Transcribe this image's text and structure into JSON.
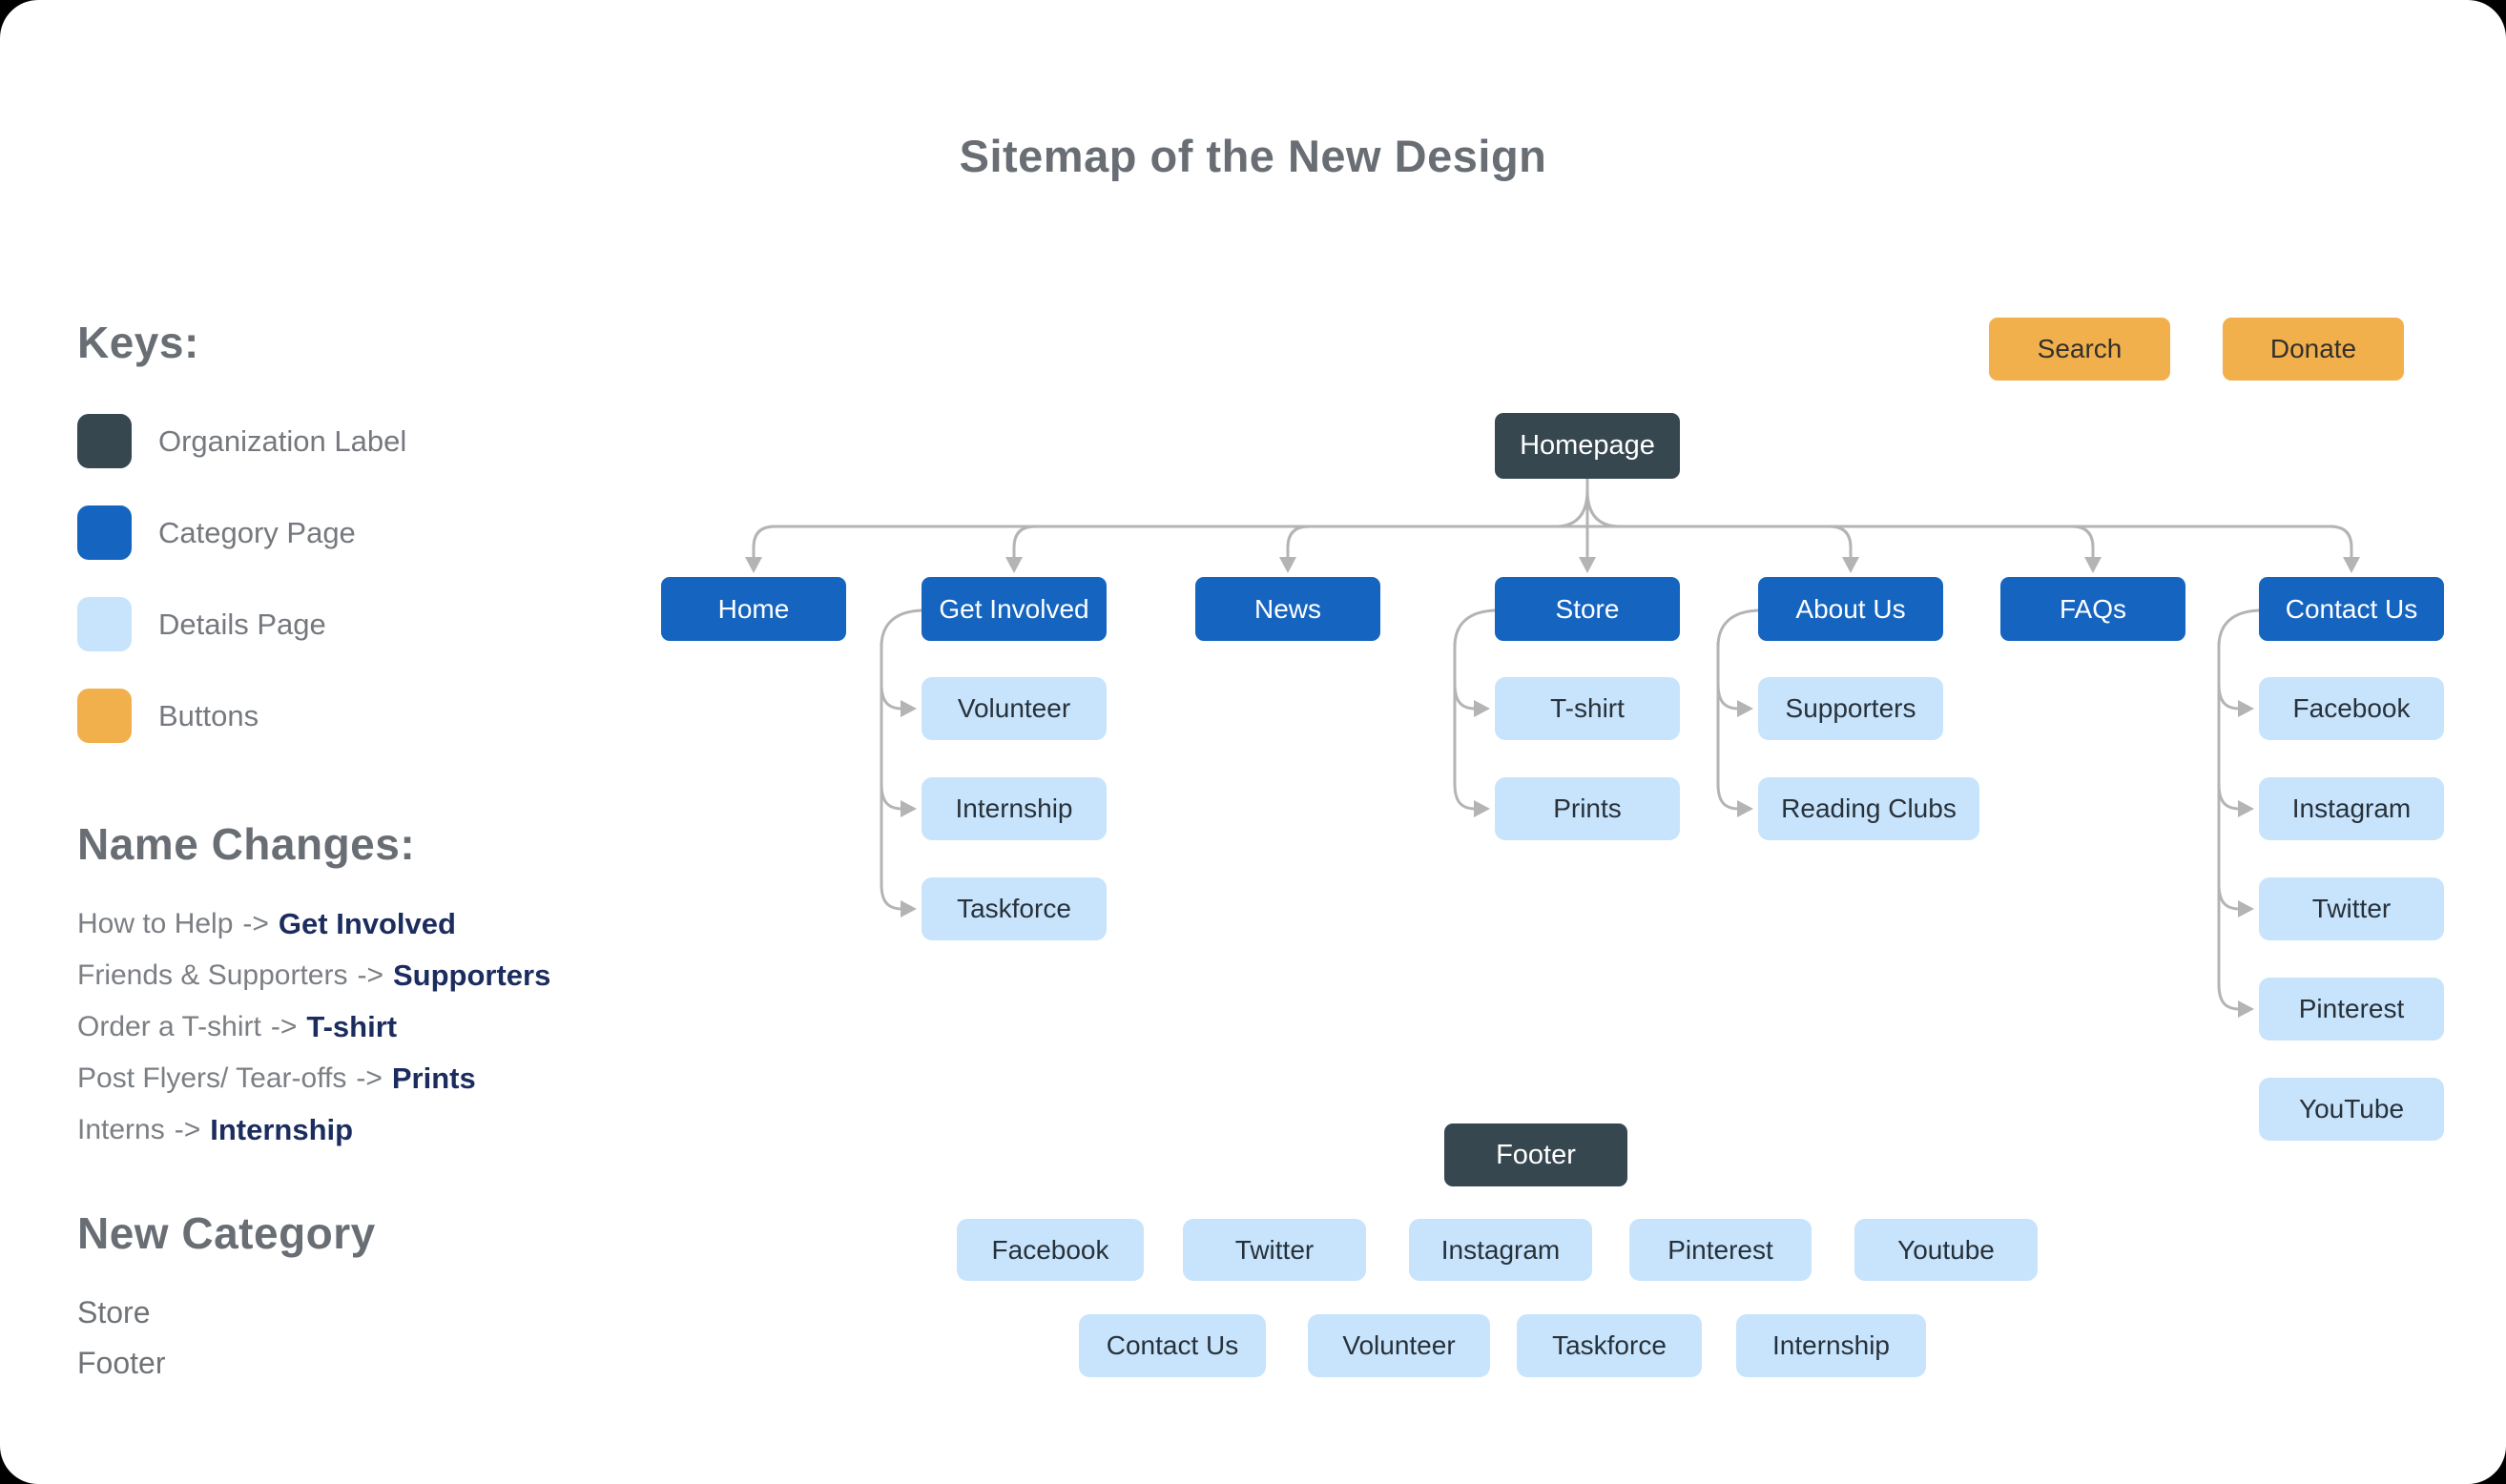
{
  "title": "Sitemap of the New Design",
  "keys": {
    "heading": "Keys:",
    "items": [
      {
        "label": "Organization Label",
        "color": "#37474F"
      },
      {
        "label": "Category Page",
        "color": "#1565C0"
      },
      {
        "label": "Details Page",
        "color": "#C8E4FC"
      },
      {
        "label": "Buttons",
        "color": "#F2B04D"
      }
    ]
  },
  "name_changes": {
    "heading": "Name Changes:",
    "items": [
      {
        "old": "How to Help",
        "arrow": "->",
        "new": "Get Involved"
      },
      {
        "old": "Friends & Supporters",
        "arrow": "->",
        "new": "Supporters"
      },
      {
        "old": "Order a T-shirt",
        "arrow": "->",
        "new": "T-shirt"
      },
      {
        "old": "Post Flyers/ Tear-offs",
        "arrow": "->",
        "new": "Prints"
      },
      {
        "old": "Interns",
        "arrow": "->",
        "new": "Internship"
      }
    ]
  },
  "new_category": {
    "heading": "New Category",
    "items": [
      "Store",
      "Footer"
    ]
  },
  "buttons": {
    "search": "Search",
    "donate": "Donate",
    "color": "#F2B04D"
  },
  "colors": {
    "organization_label": "#37474F",
    "category_page": "#1565C0",
    "details_page": "#C8E4FC",
    "button": "#F2B04D",
    "connector": "#B4B4B4"
  },
  "sitemap": {
    "root": "Homepage",
    "categories": [
      {
        "label": "Home",
        "children": []
      },
      {
        "label": "Get Involved",
        "children": [
          "Volunteer",
          "Internship",
          "Taskforce"
        ]
      },
      {
        "label": "News",
        "children": []
      },
      {
        "label": "Store",
        "children": [
          "T-shirt",
          "Prints"
        ]
      },
      {
        "label": "About Us",
        "children": [
          "Supporters",
          "Reading Clubs"
        ]
      },
      {
        "label": "FAQs",
        "children": []
      },
      {
        "label": "Contact Us",
        "children": [
          "Facebook",
          "Instagram",
          "Twitter",
          "Pinterest",
          "YouTube"
        ]
      }
    ]
  },
  "footer": {
    "root": "Footer",
    "row1": [
      "Facebook",
      "Twitter",
      "Instagram",
      "Pinterest",
      "Youtube"
    ],
    "row2": [
      "Contact Us",
      "Volunteer",
      "Taskforce",
      "Internship"
    ]
  }
}
